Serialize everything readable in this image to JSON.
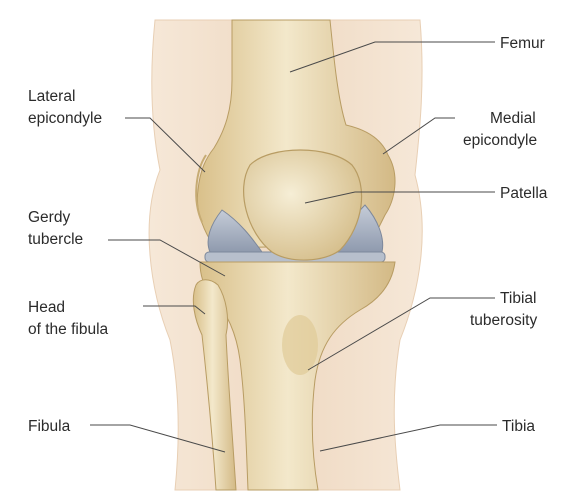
{
  "labels": {
    "femur": "Femur",
    "lateral_epicondyle": [
      "Lateral",
      "epicondyle"
    ],
    "medial_epicondyle": [
      "Medial",
      "epicondyle"
    ],
    "patella": "Patella",
    "gerdy_tubercle": [
      "Gerdy",
      "tubercle"
    ],
    "head_of_fibula": [
      "Head",
      "of the fibula"
    ],
    "tibial_tuberosity": [
      "Tibial",
      "tuberosity"
    ],
    "fibula": "Fibula",
    "tibia": "Tibia"
  },
  "colors": {
    "bone_light": "#f1e6c8",
    "bone_mid": "#e2cf9f",
    "bone_shadow": "#c9b07a",
    "cartilage": "#a9b3c4",
    "skin": "#efd9c2",
    "background": "#ffffff"
  }
}
